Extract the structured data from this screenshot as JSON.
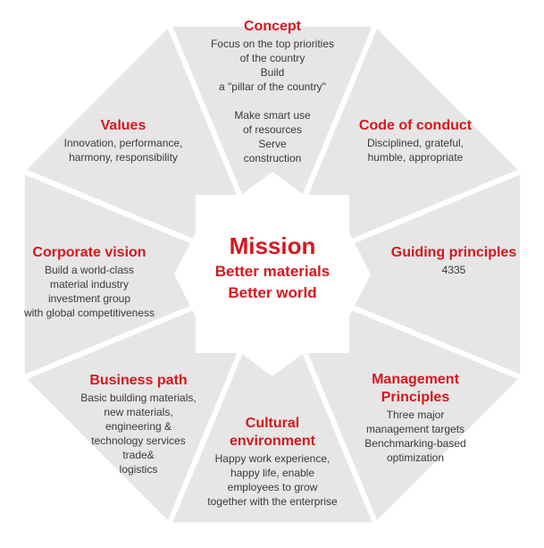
{
  "colors": {
    "accent": "#d9161d",
    "segment_fill": "#e6e6e6",
    "text": "#333333",
    "background": "#ffffff"
  },
  "center": {
    "title": "Mission",
    "line1": "Better materials",
    "line2": "Better world"
  },
  "segments": [
    {
      "key": "concept",
      "title": "Concept",
      "body": "Focus on the top priorities\nof the country\nBuild\na \"pillar of the country\"\n\nMake smart use\nof resources\nServe\nconstruction"
    },
    {
      "key": "code-of-conduct",
      "title": "Code of conduct",
      "body": "Disciplined, grateful,\nhumble, appropriate"
    },
    {
      "key": "guiding-principles",
      "title": "Guiding principles",
      "body": "4335"
    },
    {
      "key": "management-principles",
      "title": "Management\nPrinciples",
      "body": "Three major\nmanagement targets\nBenchmarking-based\noptimization"
    },
    {
      "key": "cultural-environment",
      "title": "Cultural\nenvironment",
      "body": "Happy work experience,\nhappy life, enable\nemployees to grow\ntogether with the enterprise"
    },
    {
      "key": "business-path",
      "title": "Business path",
      "body": "Basic building materials,\nnew materials,\nengineering &\ntechnology services\ntrade&\nlogistics"
    },
    {
      "key": "corporate-vision",
      "title": "Corporate vision",
      "body": "Build a world-class\nmaterial industry\ninvestment group\nwith global competitiveness"
    },
    {
      "key": "values",
      "title": "Values",
      "body": "Innovation, performance,\nharmony, responsibility"
    }
  ]
}
